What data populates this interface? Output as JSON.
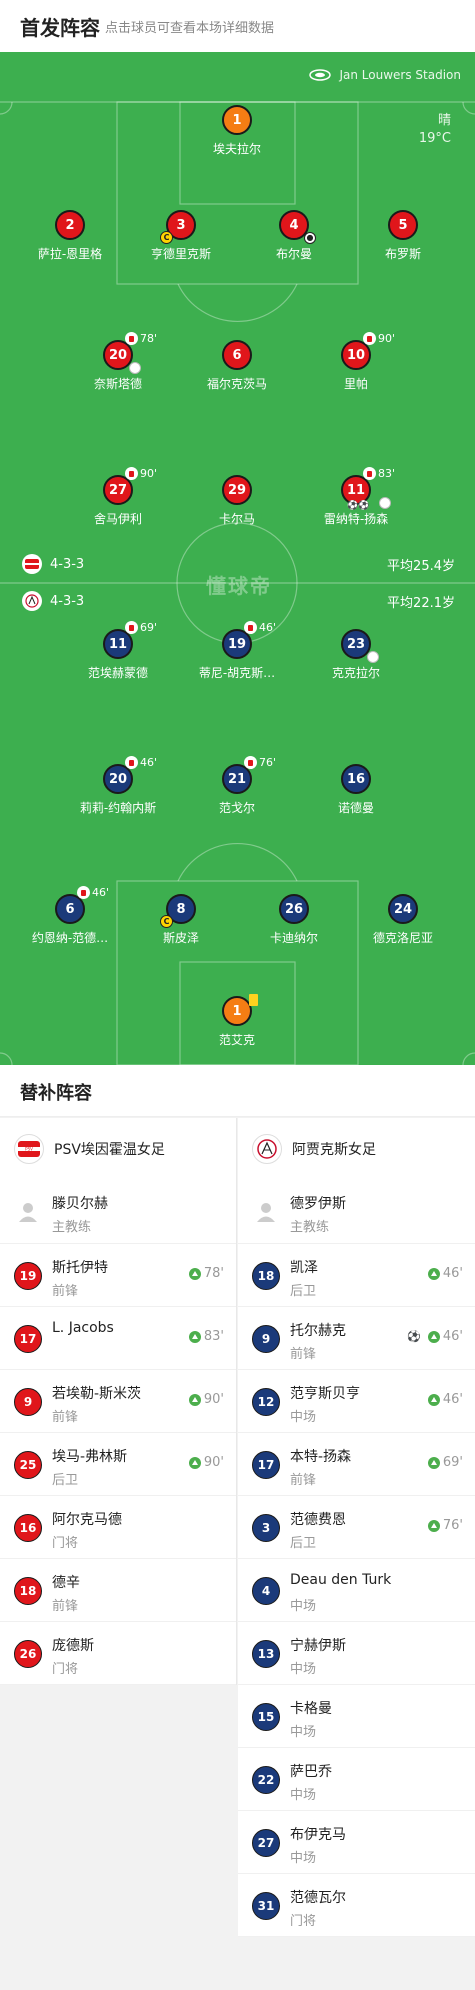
{
  "header": {
    "title": "首发阵容",
    "subtitle": "点击球员可查看本场详细数据"
  },
  "pitch": {
    "stadium": "Jan Louwers Stadion",
    "weather": "晴",
    "temperature": "19°C",
    "watermark": "懂球帝",
    "home_formation": "4-3-3",
    "home_avg_age": "平均25.4岁",
    "away_formation": "4-3-3",
    "away_avg_age": "平均22.1岁",
    "colors": {
      "grass": "#3daf4f",
      "home": "#e0161b",
      "away": "#1b3a7a",
      "goalkeeper": "#f57d14"
    }
  },
  "home_lineup": [
    {
      "num": "1",
      "name": "埃夫拉尔",
      "gk": true
    },
    {
      "num": "2",
      "name": "萨拉-恩里格"
    },
    {
      "num": "3",
      "name": "亨德里克斯",
      "captain": true
    },
    {
      "num": "4",
      "name": "布尔曼",
      "goal": true
    },
    {
      "num": "5",
      "name": "布罗斯"
    },
    {
      "num": "20",
      "name": "奈斯塔德",
      "sub_off": "78'",
      "assist": true
    },
    {
      "num": "6",
      "name": "福尔克茨马"
    },
    {
      "num": "10",
      "name": "里帕",
      "sub_off": "90'"
    },
    {
      "num": "27",
      "name": "舍马伊利",
      "sub_off": "90'"
    },
    {
      "num": "29",
      "name": "卡尔马"
    },
    {
      "num": "11",
      "name": "雷纳特-扬森",
      "sub_off": "83'",
      "goals": "⚽⚽",
      "assist": true
    }
  ],
  "away_lineup": [
    {
      "num": "11",
      "name": "范埃赫蒙德",
      "sub_off": "69'"
    },
    {
      "num": "19",
      "name": "蒂尼-胡克斯…",
      "sub_off": "46'"
    },
    {
      "num": "23",
      "name": "克克拉尔",
      "assist": true
    },
    {
      "num": "20",
      "name": "莉莉-约翰内斯",
      "sub_off": "46'"
    },
    {
      "num": "21",
      "name": "范戈尔",
      "sub_off": "76'"
    },
    {
      "num": "16",
      "name": "诺德曼"
    },
    {
      "num": "6",
      "name": "约恩纳-范德…",
      "sub_off": "46'"
    },
    {
      "num": "8",
      "name": "斯皮泽",
      "captain": true
    },
    {
      "num": "26",
      "name": "卡迪纳尔"
    },
    {
      "num": "24",
      "name": "德克洛尼亚"
    },
    {
      "num": "1",
      "name": "范艾克",
      "gk": true,
      "yellow": true
    }
  ],
  "subs": {
    "title": "替补阵容",
    "home": {
      "team": "PSV埃因霍温女足",
      "coach": {
        "name": "滕贝尔赫",
        "role": "主教练"
      },
      "players": [
        {
          "num": "19",
          "name": "斯托伊特",
          "pos": "前锋",
          "time": "78'"
        },
        {
          "num": "17",
          "name": "L. Jacobs",
          "pos": "",
          "time": "83'"
        },
        {
          "num": "9",
          "name": "若埃勒-斯米茨",
          "pos": "前锋",
          "time": "90'"
        },
        {
          "num": "25",
          "name": "埃马-弗林斯",
          "pos": "后卫",
          "time": "90'"
        },
        {
          "num": "16",
          "name": "阿尔克马德",
          "pos": "门将",
          "time": ""
        },
        {
          "num": "18",
          "name": "德辛",
          "pos": "前锋",
          "time": ""
        },
        {
          "num": "26",
          "name": "庞德斯",
          "pos": "门将",
          "time": ""
        }
      ]
    },
    "away": {
      "team": "阿贾克斯女足",
      "coach": {
        "name": "德罗伊斯",
        "role": "主教练"
      },
      "players": [
        {
          "num": "18",
          "name": "凯泽",
          "pos": "后卫",
          "time": "46'"
        },
        {
          "num": "9",
          "name": "托尔赫克",
          "pos": "前锋",
          "time": "46'",
          "goal": true
        },
        {
          "num": "12",
          "name": "范亨斯贝亨",
          "pos": "中场",
          "time": "46'"
        },
        {
          "num": "17",
          "name": "本特-扬森",
          "pos": "前锋",
          "time": "69'"
        },
        {
          "num": "3",
          "name": "范德费恩",
          "pos": "后卫",
          "time": "76'"
        },
        {
          "num": "4",
          "name": "Deau den Turk",
          "pos": "中场",
          "time": ""
        },
        {
          "num": "13",
          "name": "宁赫伊斯",
          "pos": "中场",
          "time": ""
        },
        {
          "num": "15",
          "name": "卡格曼",
          "pos": "中场",
          "time": ""
        },
        {
          "num": "22",
          "name": "萨巴乔",
          "pos": "中场",
          "time": ""
        },
        {
          "num": "27",
          "name": "布伊克马",
          "pos": "中场",
          "time": ""
        },
        {
          "num": "31",
          "name": "范德瓦尔",
          "pos": "门将",
          "time": ""
        }
      ]
    }
  }
}
